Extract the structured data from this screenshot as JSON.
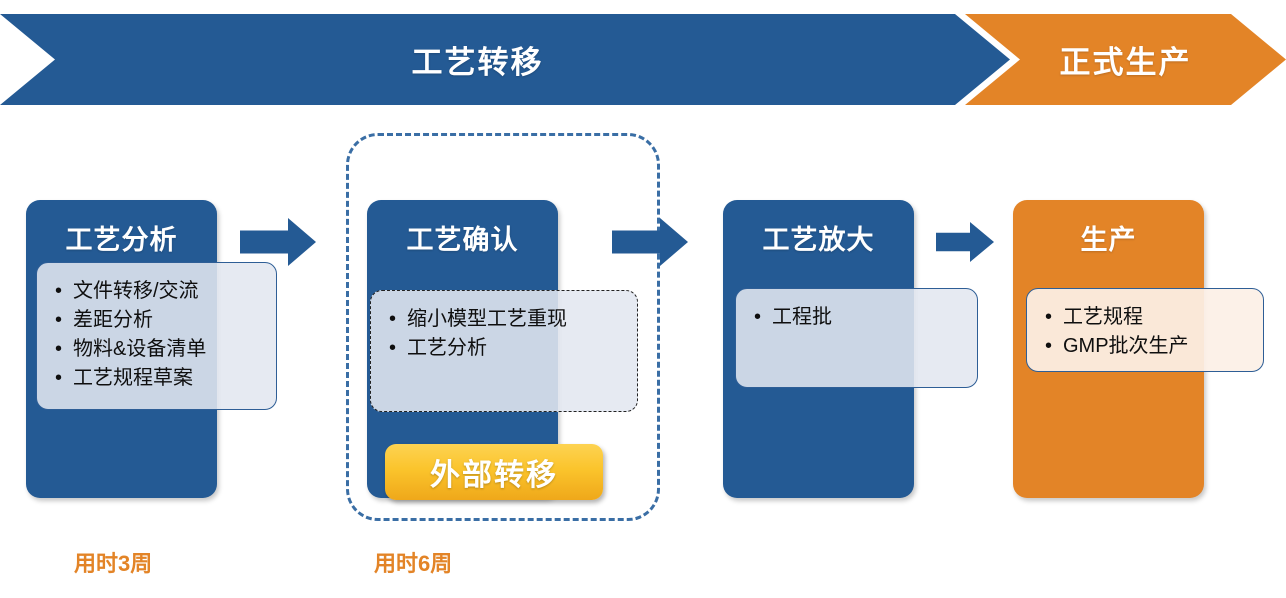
{
  "banner": {
    "segments": [
      {
        "label": "工艺转移",
        "color": "#245A94",
        "name": "banner-process-transfer"
      },
      {
        "label": "正式生产",
        "color": "#E38427",
        "name": "banner-commercial-production"
      }
    ]
  },
  "colors": {
    "blue": "#245A94",
    "orange": "#E38427",
    "gold": "#FBC42C",
    "callout_fill": "#E2E7F0",
    "callout_fill_cream": "#FCF0E6",
    "callout_border": "#2E5E96",
    "dashed_group_border": "#3A6EA5",
    "text_dark": "#0F0F0F",
    "text_light": "#FFFFFF"
  },
  "stages": [
    {
      "id": "process-analysis",
      "title": "工艺分析",
      "theme": "blue",
      "callout_style": "solid-border",
      "items": [
        "文件转移/交流",
        "差距分析",
        "物料&设备清单",
        "工艺规程草案"
      ]
    },
    {
      "id": "process-confirmation",
      "title": "工艺确认",
      "theme": "blue",
      "callout_style": "dashed-border",
      "items": [
        "缩小模型工艺重现",
        "工艺分析"
      ]
    },
    {
      "id": "process-scale-up",
      "title": "工艺放大",
      "theme": "blue",
      "callout_style": "solid-border",
      "items": [
        "工程批"
      ]
    },
    {
      "id": "production",
      "title": "生产",
      "theme": "orange",
      "callout_style": "cream",
      "items": [
        "工艺规程",
        "GMP批次生产"
      ]
    }
  ],
  "badge": {
    "label": "外部转移"
  },
  "durations": [
    {
      "label": "用时3周",
      "stage": "process-analysis"
    },
    {
      "label": "用时6周",
      "stage": "process-confirmation"
    }
  ],
  "arrows": [
    {
      "name": "arrow-analysis-to-confirmation"
    },
    {
      "name": "arrow-confirmation-to-scaleup"
    },
    {
      "name": "arrow-scaleup-to-production"
    }
  ],
  "group": {
    "name": "external-transfer-group",
    "style": "dashed"
  }
}
